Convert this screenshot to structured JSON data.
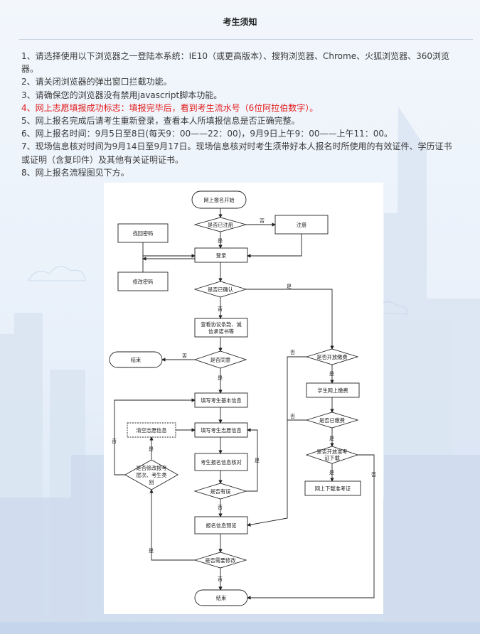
{
  "page": {
    "title": "考生须知",
    "notes": [
      {
        "text": "1、请选择使用以下浏览器之一登陆本系统：IE10（或更高版本）、搜狗浏览器、Chrome、火狐浏览器、360浏览器。",
        "highlight": false
      },
      {
        "text": "2、请关闭浏览器的弹出窗口拦截功能。",
        "highlight": false
      },
      {
        "text": "3、请确保您的浏览器没有禁用javascript脚本功能。",
        "highlight": false
      },
      {
        "text": "4、网上志愿填报成功标志：填报完毕后，看到考生流水号（6位阿拉伯数字）。",
        "highlight": true
      },
      {
        "text": "5、网上报名完成后请考生重新登录，查看本人所填报信息是否正确完整。",
        "highlight": false
      },
      {
        "text": "6、网上报名时间：9月5日至8日(每天9：00——22：00)，9月9日上午9：00——上午11：00。",
        "highlight": false
      },
      {
        "text": "7、现场信息核对时间为9月14日至9月17日。现场信息核对时考生须带好本人报名时所使用的有效证件、学历证书或证明（含复印件）及其他有关证明证书。",
        "highlight": false
      },
      {
        "text": "8、网上报名流程图见下方。",
        "highlight": false
      }
    ],
    "highlight_color": "#e31b1b"
  },
  "flowchart": {
    "nodes": {
      "start": "网上报名开始",
      "registered_q": "是否已注册",
      "register": "注册",
      "find_password": "找回密码",
      "modify_password": "修改密码",
      "login": "登录",
      "confirmed_q": "是否已确认",
      "read_agreement_l1": "查看协议条款、诚",
      "read_agreement_l2": "信承诺书等",
      "end_left": "结束",
      "agree_q": "是否同意",
      "fill_basic": "填写考生基本信息",
      "clear_choice": "清空志愿信息",
      "fill_choice": "填写考生志愿信息",
      "check_info": "考生报名信息核对",
      "modify_level_q_l1": "是否修改报考",
      "modify_level_q_l2": "层次、考生类",
      "modify_level_q_l3": "别",
      "error_q": "是否有误",
      "preview": "报名信息预览",
      "need_modify_q": "是否需要修改",
      "end_bottom": "结束",
      "payment_open_q": "是否开放缴费",
      "student_pay": "学生网上缴费",
      "paid_q": "是否已缴费",
      "admit_open_q_l1": "是否开放准考",
      "admit_open_q_l2": "证下载",
      "download_admit": "网上下载准考证"
    },
    "labels": {
      "yes": "是",
      "no": "否"
    }
  }
}
